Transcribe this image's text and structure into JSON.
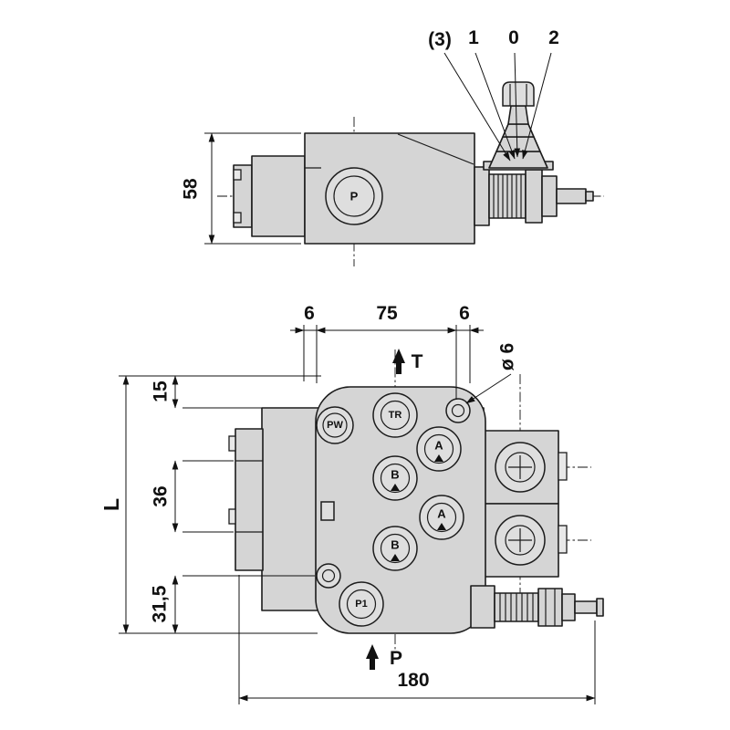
{
  "meta": {
    "type": "technical-dimensional-drawing",
    "subject": "hydraulic directional control valve, two orthographic views"
  },
  "colors": {
    "line": "#1c1c1c",
    "body_fill": "#d5d5d5",
    "body_fill_light": "#dedede",
    "inner_fill": "#e8e8e8",
    "background": "#ffffff"
  },
  "top_view": {
    "lever_positions": {
      "pos_3": "(3)",
      "pos_1": "1",
      "pos_0": "0",
      "pos_2": "2"
    },
    "port_label": "P",
    "dim_58": "58"
  },
  "front_view": {
    "dims": {
      "d6_left": "6",
      "d75": "75",
      "d6_right": "6",
      "dia6": "ø 6",
      "d15": "15",
      "d36": "36",
      "d31_5": "31,5",
      "dL": "L",
      "d180": "180"
    },
    "flow": {
      "t": "T",
      "p": "P"
    },
    "ports": {
      "pw": "PW",
      "tr": "TR",
      "a_top": "A",
      "b_top": "B",
      "a_bottom": "A",
      "b_bottom": "B",
      "p1": "P1"
    }
  }
}
